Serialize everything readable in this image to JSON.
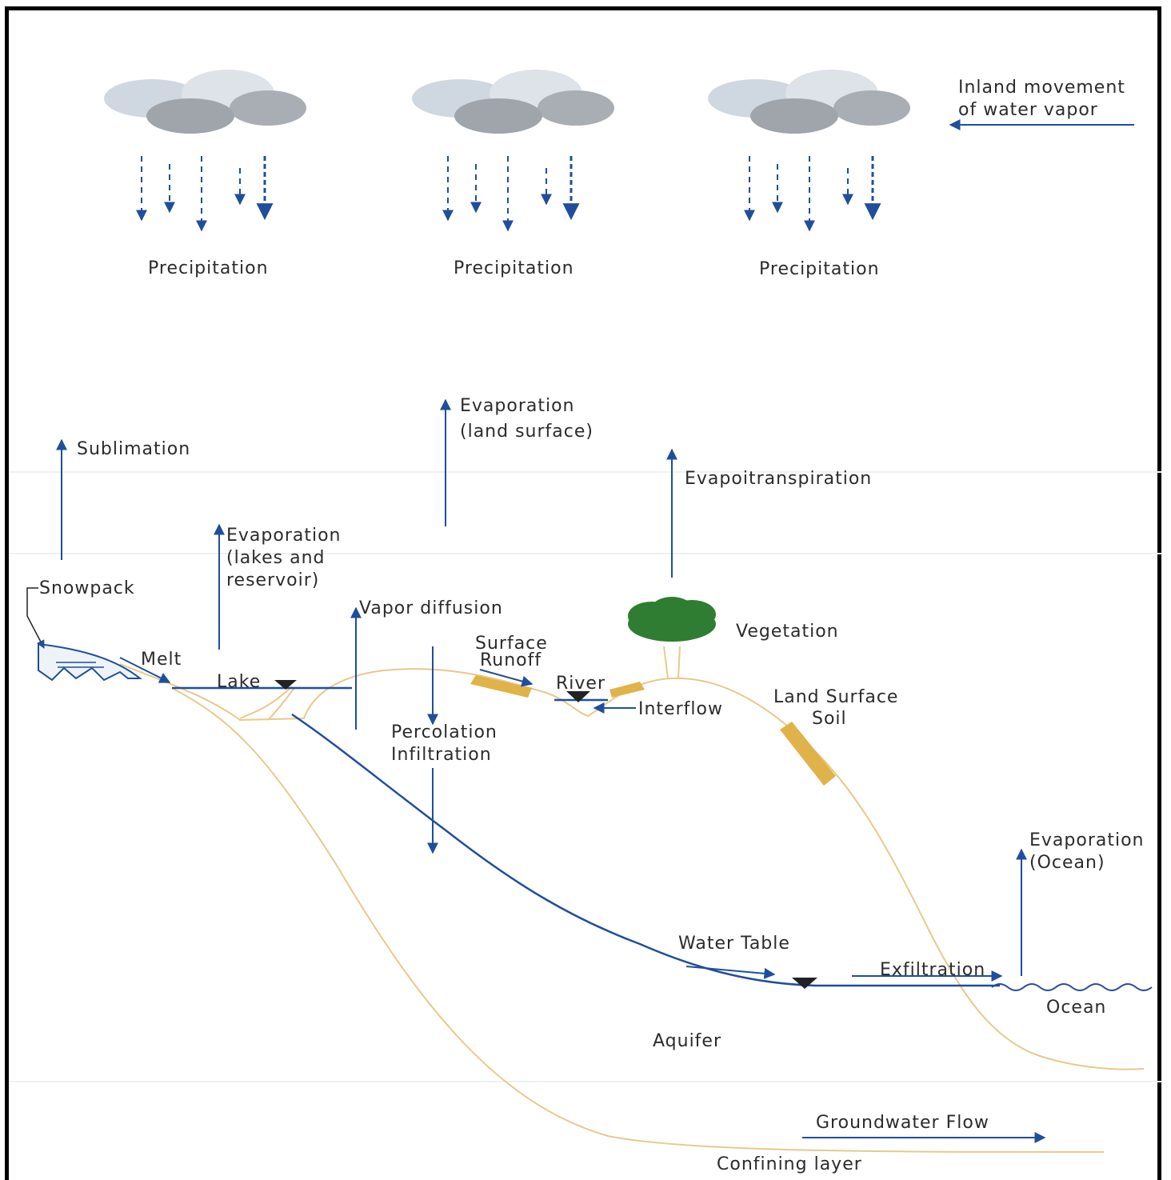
{
  "labels": {
    "inland_line1": "Inland movement",
    "inland_line2": "of water vapor",
    "precip1": "Precipitation",
    "precip2": "Precipitation",
    "precip3": "Precipitation",
    "sublimation": "Sublimation",
    "evap_land_line1": "Evaporation",
    "evap_land_line2": "(land surface)",
    "evapotranspiration": "Evapoitranspiration",
    "evap_lakes_line1": "Evaporation",
    "evap_lakes_line2": "(lakes and",
    "evap_lakes_line3": "reservoir)",
    "snowpack": "Snowpack",
    "vapor_diffusion": "Vapor diffusion",
    "vegetation": "Vegetation",
    "surface_runoff_line1": "Surface",
    "surface_runoff_line2": "Runoff",
    "melt": "Melt",
    "lake": "Lake",
    "river": "River",
    "interflow": "Interflow",
    "land_surface": "Land Surface",
    "soil": "Soil",
    "percolation": "Percolation",
    "infiltration": "Infiltration",
    "evap_ocean_line1": "Evaporation",
    "evap_ocean_line2": "(Ocean)",
    "water_table": "Water Table",
    "exfiltration": "Exfiltration",
    "ocean": "Ocean",
    "aquifer": "Aquifer",
    "groundwater_flow": "Groundwater Flow",
    "confining_layer": "Confining layer"
  },
  "colors": {
    "arrow": "#1f4e9c",
    "ground_line": "#e8c98a",
    "soil_patch": "#e0b24a",
    "tree": "#2e7d32",
    "cloud_light": "#d3dbe3",
    "cloud_dark": "#a9afb5"
  }
}
